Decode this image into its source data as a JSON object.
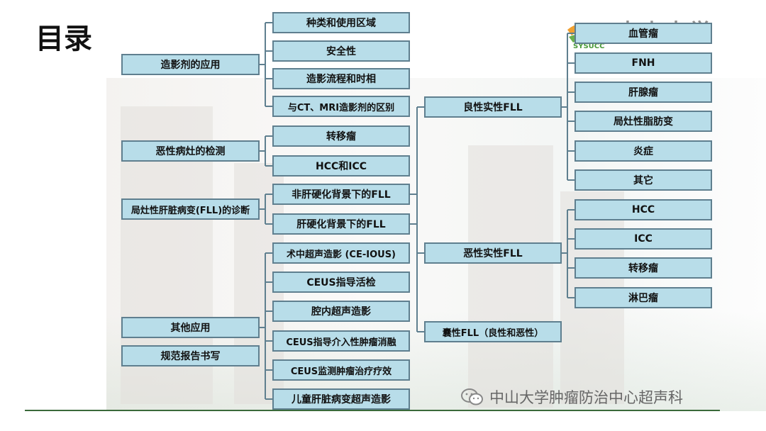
{
  "title": "目录",
  "watermark": "中山大学肿瘤防治中心超声科",
  "logo": {
    "abbr": "SYSUCC"
  },
  "left_col": [
    "造影剂的应用",
    "恶性病灶的检测",
    "局灶性肝脏病变(FLL)的诊断",
    "其他应用",
    "规范报告书写"
  ],
  "mid_col": [
    "种类和使用区域",
    "安全性",
    "造影流程和时相",
    "与CT、MRI造影剂的区别",
    "转移瘤",
    "HCC和ICC",
    "非肝硬化背景下的FLL",
    "肝硬化背景下的FLL",
    "术中超声造影 (CE-IOUS)",
    "CEUS指导活检",
    "腔内超声造影",
    "CEUS指导介入性肿瘤消融",
    "CEUS监测肿瘤治疗疗效",
    "儿童肝脏病变超声造影"
  ],
  "fll_col": [
    "良性实性FLL",
    "恶性实性FLL",
    "囊性FLL（良性和恶性）"
  ],
  "right_col": [
    "血管瘤",
    "FNH",
    "肝腺瘤",
    "局灶性脂肪变",
    "炎症",
    "其它",
    "HCC",
    "ICC",
    "转移瘤",
    "淋巴瘤"
  ]
}
